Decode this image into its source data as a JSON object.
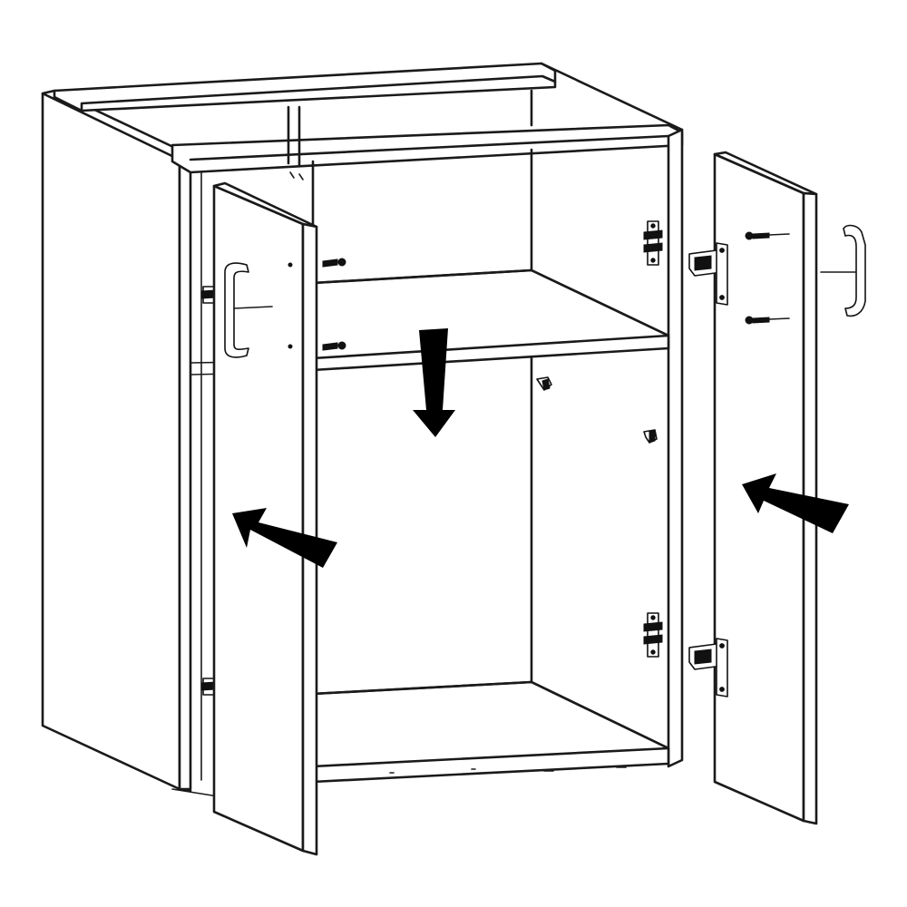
{
  "diagram": {
    "kind": "assembly-instruction",
    "colors": {
      "line": "#1a1a1a",
      "arrow": "#000000",
      "background": "#ffffff"
    },
    "parts": [
      {
        "name": "cabinet-carcass"
      },
      {
        "name": "adjustable-shelf"
      },
      {
        "name": "left-door"
      },
      {
        "name": "right-door"
      },
      {
        "name": "door-handle",
        "count": 2
      },
      {
        "name": "concealed-hinge",
        "count": 2
      },
      {
        "name": "hinge-mounting-plate",
        "count": 4
      },
      {
        "name": "handle-screw",
        "count": 4
      },
      {
        "name": "shelf-support-peg",
        "count": 2
      }
    ],
    "arrows": [
      {
        "name": "insert-shelf-arrow",
        "direction": "down"
      },
      {
        "name": "attach-left-door-arrow",
        "direction": "left"
      },
      {
        "name": "attach-right-door-arrow",
        "direction": "left"
      }
    ]
  }
}
